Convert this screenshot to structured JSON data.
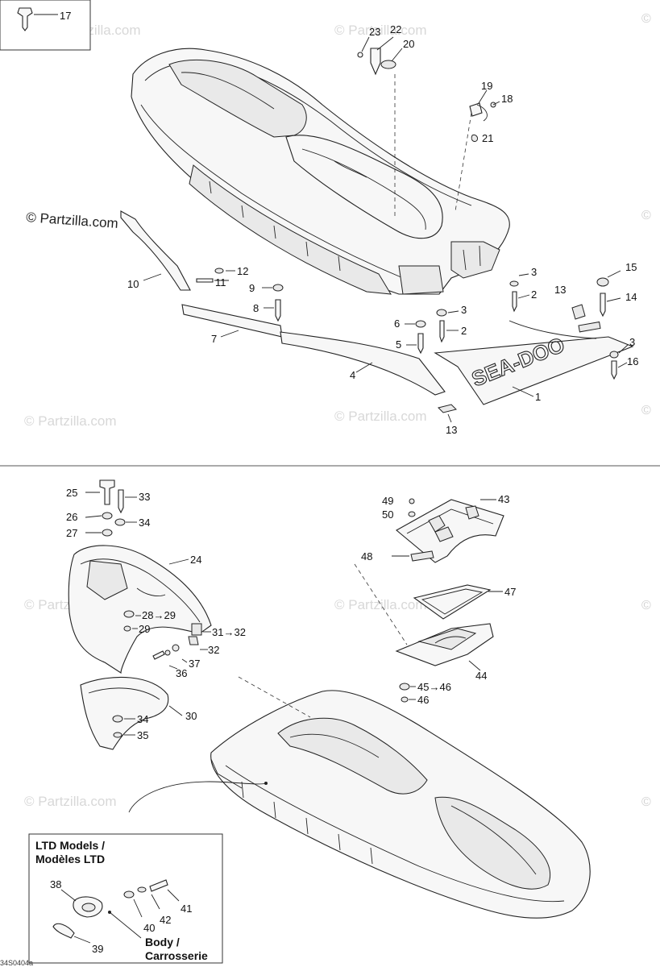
{
  "watermark_main": "© Partzilla.com",
  "watermark_text": "© Partzilla.com",
  "copyright_symbol": "©",
  "brand_text": "SEA-DOO",
  "footnote_code": "34S0404a",
  "ltd_box": {
    "title_line1": "LTD Models /",
    "title_line2": "Modèles LTD",
    "body_line1": "Body /",
    "body_line2": "Carrosserie"
  },
  "callouts_top": [
    "17",
    "23",
    "22",
    "20",
    "19",
    "18",
    "21",
    "12",
    "11",
    "10",
    "9",
    "8",
    "7",
    "6",
    "5",
    "4",
    "3",
    "2",
    "13",
    "15",
    "14",
    "3",
    "2",
    "3",
    "16",
    "1",
    "13"
  ],
  "callouts_bottom": [
    "25",
    "33",
    "26",
    "34",
    "27",
    "24",
    "28→29",
    "29",
    "31→32",
    "32",
    "37",
    "36",
    "30",
    "34",
    "35",
    "49",
    "50",
    "43",
    "48",
    "47",
    "44",
    "45→46",
    "46"
  ],
  "callouts_ltd": [
    "38",
    "41",
    "42",
    "40",
    "39"
  ]
}
